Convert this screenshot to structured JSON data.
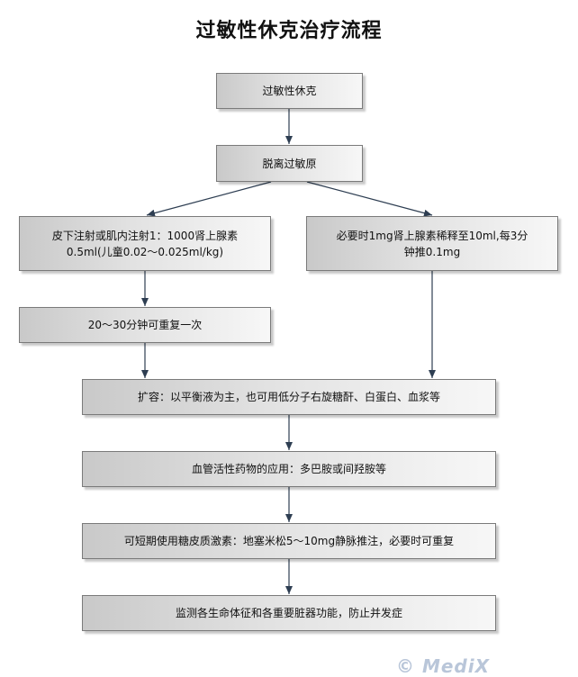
{
  "title": "过敏性休克治疗流程",
  "nodes": {
    "anaphylactic_shock": "过敏性休克",
    "remove_allergen": "脱离过敏原",
    "epinephrine_injection": "皮下注射或肌内注射1：1000肾上腺素\n0.5ml(儿童0.02～0.025ml/kg)",
    "epinephrine_iv": "必要时1mg肾上腺素稀释至10ml,每3分\n钟推0.1mg",
    "repeat": "20～30分钟可重复一次",
    "volume_expansion": "扩容：以平衡液为主，也可用低分子右旋糖酐、白蛋白、血浆等",
    "vasoactive": "血管活性药物的应用：多巴胺或间羟胺等",
    "corticosteroid": "可短期使用糖皮质激素：地塞米松5～10mg静脉推注，必要时可重复",
    "monitoring": "监测各生命体征和各重要脏器功能，防止并发症"
  },
  "watermark": "© MediX"
}
